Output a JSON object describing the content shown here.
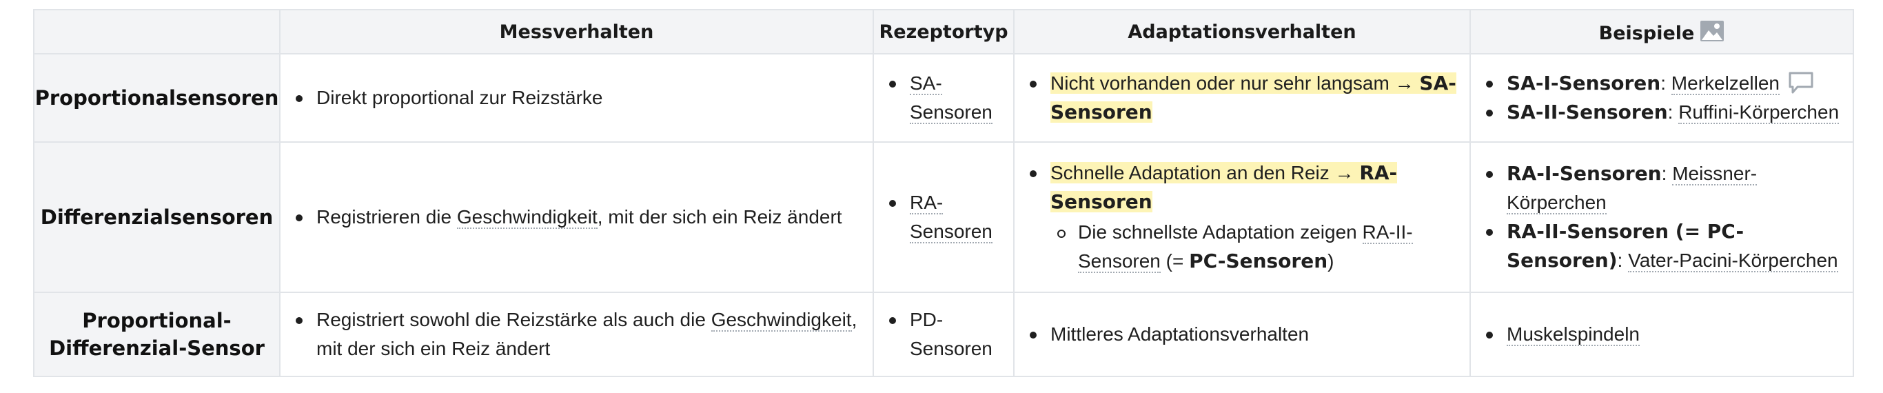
{
  "header": {
    "col1": "Messverhalten",
    "col2": "Rezeptortyp",
    "col3": "Adaptationsverhalten",
    "col4": "Beispiele"
  },
  "rows": [
    {
      "name": "Proportionalsensoren",
      "mess": "Direkt proportional zur Reizstärke",
      "rez": "SA-Sensoren",
      "adapt_text": "Nicht vorhanden oder nur sehr langsam →",
      "adapt_bold": "SA-Sensoren",
      "ex1_bold": "SA-I-Sensoren",
      "ex1_sep": ": ",
      "ex1_link": "Merkelzellen",
      "ex2_bold": "SA-II-Sensoren",
      "ex2_sep": ": ",
      "ex2_link": "Ruffini-Körperchen"
    },
    {
      "name": "Differenzialsensoren",
      "mess_pre": "Registrieren die ",
      "mess_link": "Geschwindigkeit",
      "mess_post": ", mit der sich ein Reiz ändert",
      "rez": "RA-Sensoren",
      "adapt_text": "Schnelle Adaptation an den Reiz →",
      "adapt_bold": "RA-Sensoren",
      "sub_text": "Die schnellste Adaptation zeigen ",
      "sub_link": "RA-II-Sensoren",
      "sub_mid": " (= ",
      "sub_bold": "PC-Sensoren",
      "sub_end": ")",
      "ex1_bold": "RA-I-Sensoren",
      "ex1_sep": ": ",
      "ex1_link": "Meissner-Körperchen",
      "ex2_bold": "RA-II-Sensoren (= PC-Sensoren)",
      "ex2_sep": ": ",
      "ex2_link": "Vater-Pacini-Körperchen"
    },
    {
      "name": "Proportional-Differenzial-Sensor",
      "mess_pre": "Registriert sowohl die Reizstärke als auch die ",
      "mess_link": "Geschwindigkeit",
      "mess_post": ", mit der sich ein Reiz ändert",
      "rez": "PD-Sensoren",
      "adapt": "Mittleres Adaptationsverhalten",
      "ex1_link": "Muskelspindeln"
    }
  ],
  "icons": {
    "header_image": "image-gallery-icon",
    "comment": "comment-icon"
  }
}
